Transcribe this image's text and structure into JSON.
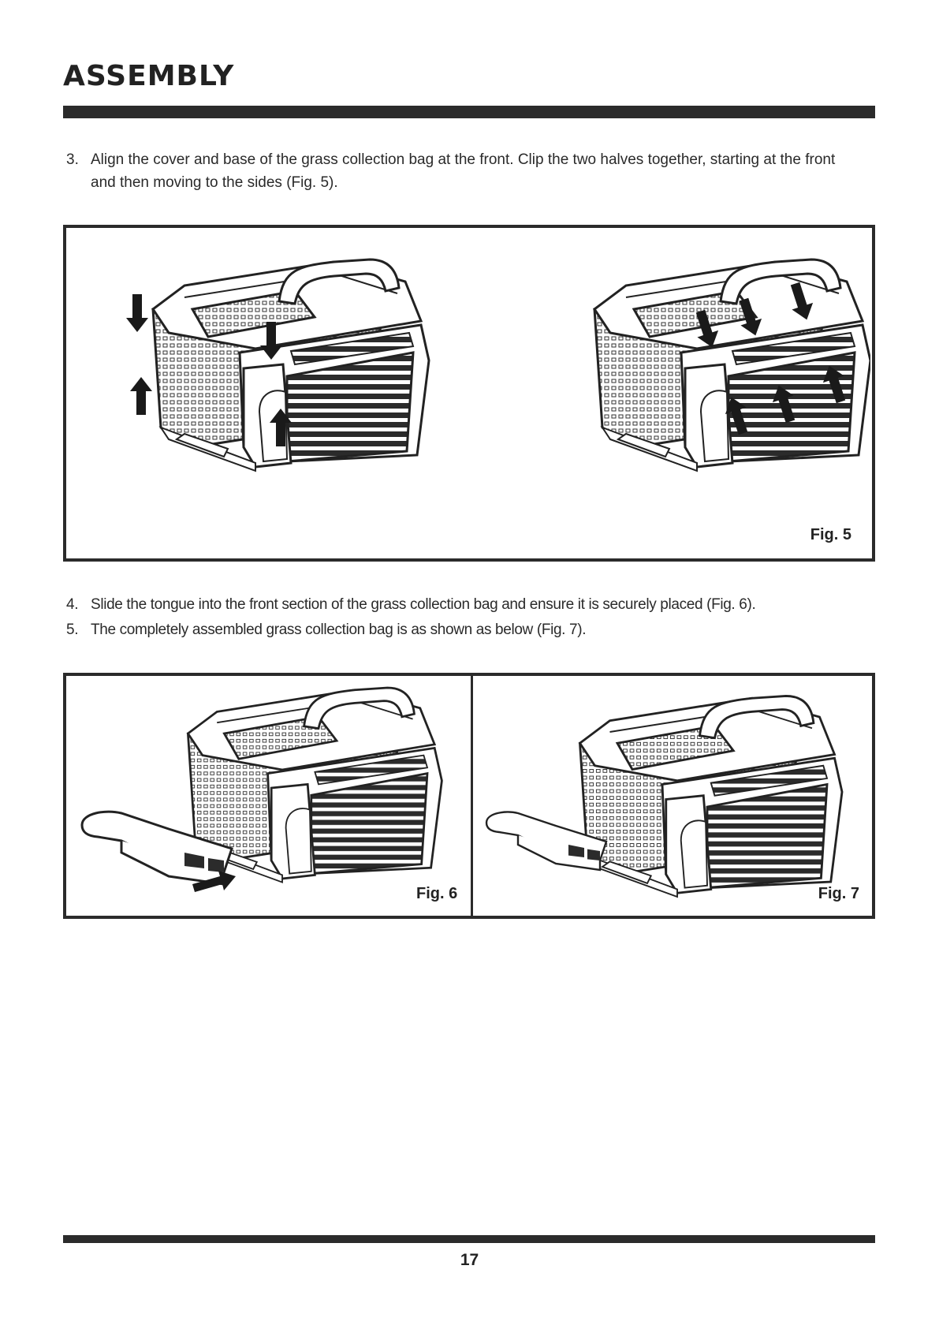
{
  "header": {
    "title": "ASSEMBLY"
  },
  "steps": [
    {
      "number": "3.",
      "text": "Align the cover and base of the grass collection bag at the front. Clip the two halves together, starting at the front and then moving to the sides (Fig. 5)."
    },
    {
      "number": "4.",
      "text": "Slide the tongue into the front section of the grass collection bag and ensure it is securely placed (Fig. 6)."
    },
    {
      "number": "5.",
      "text": "The completely assembled grass collection bag is as shown as below (Fig. 7)."
    }
  ],
  "figures": {
    "fig5": {
      "caption": "Fig. 5"
    },
    "fig6": {
      "caption": "Fig. 6"
    },
    "fig7": {
      "caption": "Fig. 7"
    }
  },
  "footer": {
    "page_number": "17"
  }
}
